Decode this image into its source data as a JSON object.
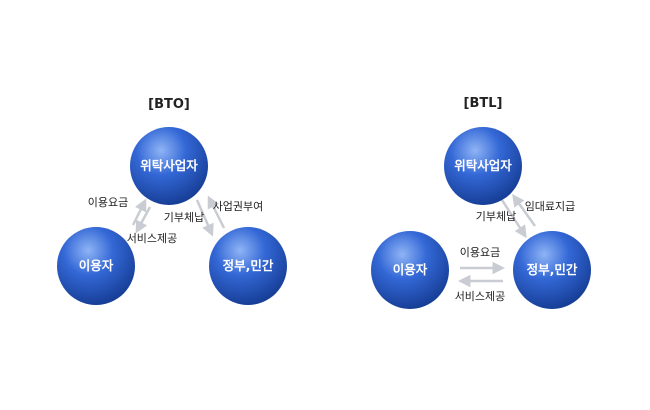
{
  "colors": {
    "node_light": "#6f9cf0",
    "node_mid": "#2a5fd0",
    "node_dark": "#163f9c",
    "arrow": "#c9ccd2"
  },
  "bto": {
    "title": "[BTO]",
    "nodes": {
      "trustee": "위탁사업자",
      "user": "이용자",
      "gov": "정부,민간"
    },
    "edges": {
      "user_fee": "이용요금",
      "service": "서비스제공",
      "donation": "기부체납",
      "right_grant": "사업권부여"
    }
  },
  "btl": {
    "title": "[BTL]",
    "nodes": {
      "trustee": "위탁사업자",
      "user": "이용자",
      "gov": "정부,민간"
    },
    "edges": {
      "donation": "기부체납",
      "rent_payment": "임대료지급",
      "user_fee": "이용요금",
      "service": "서비스제공"
    }
  }
}
